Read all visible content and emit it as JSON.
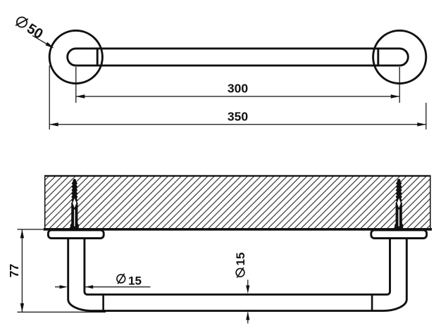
{
  "drawing": {
    "title": "wall-mounted towel rail technical drawing",
    "views": {
      "top_view": {
        "flange_diameter": {
          "symbol": "Ø",
          "value": "50"
        },
        "center_distance": "300",
        "overall_width": "350"
      },
      "section_view": {
        "height_from_wall": "77",
        "post_diameter": {
          "symbol": "Ø",
          "value": "15"
        },
        "bar_diameter": {
          "symbol": "Ø",
          "value": "15"
        }
      }
    },
    "colors": {
      "line": "#111111",
      "background": "#ffffff",
      "hatch": "#1f1f1f"
    }
  }
}
